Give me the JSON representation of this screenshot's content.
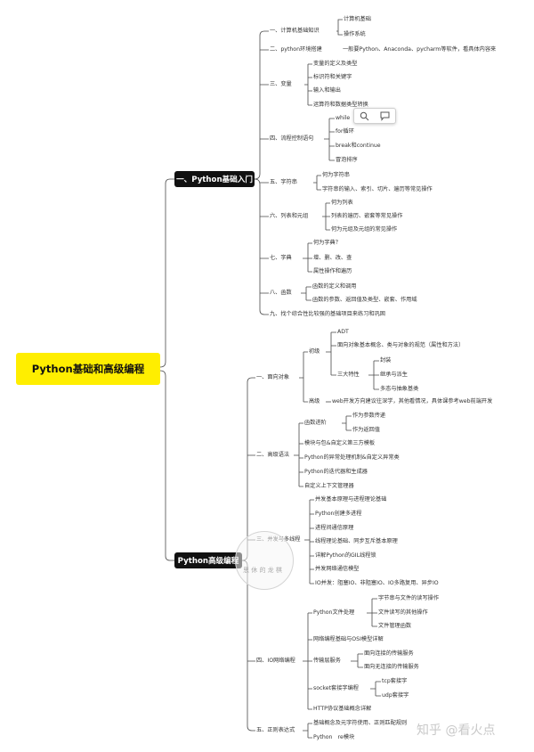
{
  "root": "Python基础和高级编程",
  "branch1": "一、Python基础入门",
  "branch2": "Python高级编程",
  "b1": {
    "s1": "一、计算机基础知识",
    "s1_a": "计算机基础",
    "s1_b": "操作系统",
    "s2": "二、python环境搭建",
    "s2_a": "一般要Python、Anaconda、pycharm等软件，看具体内容来",
    "s3": "三、变量",
    "s3_a": "变量的定义及类型",
    "s3_b": "标识符和关键字",
    "s3_c": "输入和输出",
    "s3_d": "运算符和数据类型转换",
    "s4": "四、流程控制语句",
    "s4_a": "while",
    "s4_b": "for循环",
    "s4_c": "break和continue",
    "s4_d": "冒泡排序",
    "s5": "五、字符串",
    "s5_a": "何为字符串",
    "s5_b": "字符串的输入、索引、切片、遍历等常见操作",
    "s6": "六、列表和元组",
    "s6_a": "何为列表",
    "s6_b": "列表的遍历、嵌套等常见操作",
    "s6_c": "何为元组及元组的常见操作",
    "s7": "七、字典",
    "s7_a": "何为字典？",
    "s7_b": "增、删、改、查",
    "s7_c": "属性操作和遍历",
    "s8": "八、函数",
    "s8_a": "函数的定义和调用",
    "s8_b": "函数的参数、返回值及类型、嵌套、作用域",
    "s9": "九、找个综合性比较强的基础项目来练习和巩固"
  },
  "b2": {
    "s1": "一、面向对象",
    "s1_basic": "初级",
    "s1_adt": "ADT",
    "s1_cls": "面向对象基本概念、类与对象的规范（属性和方法）",
    "s1_three": "三大特性",
    "s1_t1": "封装",
    "s1_t2": "继承与派生",
    "s1_t3": "多态与抽象基类",
    "s1_adv": "高级",
    "s1_web": "web开发方向建议往深学，其他看情况，具体课参考web前端开发",
    "s2": "二、高级语法",
    "s2_fn": "函数进阶",
    "s2_fn1": "作为参数传递",
    "s2_fn2": "作为返回值",
    "s2_b": "模块与包&自定义第三方模板",
    "s2_c": "Python的异常处理机制&自定义异常类",
    "s2_d": "Python的迭代器和生成器",
    "s2_e": "自定义上下文管理器",
    "s3": "三、并发与多线程",
    "s3_a": "并发基本原理与进程理论基础",
    "s3_b": "Python创建多进程",
    "s3_c": "进程间通信原理",
    "s3_d": "线程理论基础、同步互斥基本原理",
    "s3_e": "详解Python的GIL线程锁",
    "s3_f": "并发网络通信模型",
    "s3_g": "IO并发：阻塞IO、非阻塞IO、IO多路复用、异步IO",
    "s4": "四、IO网络编程",
    "s4_file": "Python文件处理",
    "s4_f1": "字节串与文件的读写操作",
    "s4_f2": "文件读写的其他操作",
    "s4_f3": "文件管理函数",
    "s4_b": "网络编程基础与OSI模型详解",
    "s4_srv": "传输层服务",
    "s4_srv1": "面向连接的传输服务",
    "s4_srv2": "面向无连接的传输服务",
    "s4_sock": "socket套接字编程",
    "s4_sock1": "tcp套接字",
    "s4_sock2": "udp套接字",
    "s4_http": "HTTP协议基础概念详解",
    "s5": "五、正则表达式",
    "s5_a": "基础概念及元字符使用、正则匹配规则",
    "s5_b": "Python　re模块"
  },
  "watermark": "知乎 @看火点",
  "stamp": "思 休 的 龙 棋",
  "icons": [
    "search-icon",
    "comment-icon"
  ]
}
